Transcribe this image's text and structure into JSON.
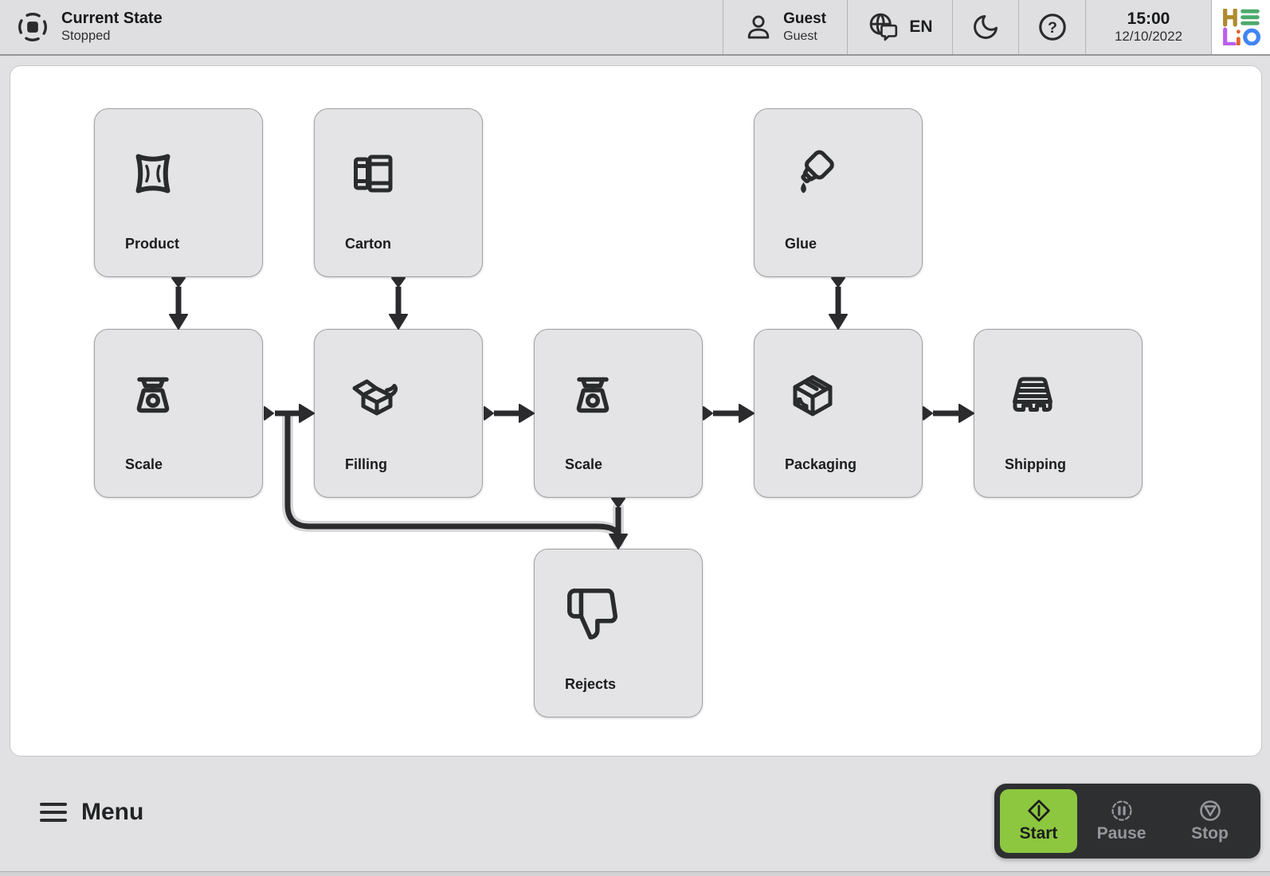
{
  "header": {
    "state": {
      "title": "Current State",
      "value": "Stopped"
    },
    "user": {
      "name": "Guest",
      "role": "Guest"
    },
    "language": "EN",
    "clock": {
      "time": "15:00",
      "date": "12/10/2022"
    },
    "logo_text": "HELO"
  },
  "diagram": {
    "nodes": [
      {
        "id": "product",
        "label": "Product",
        "icon": "bag-icon"
      },
      {
        "id": "carton",
        "label": "Carton",
        "icon": "carton-blank-icon"
      },
      {
        "id": "glue",
        "label": "Glue",
        "icon": "glue-bottle-icon"
      },
      {
        "id": "scale-1",
        "label": "Scale",
        "icon": "scale-icon"
      },
      {
        "id": "filling",
        "label": "Filling",
        "icon": "open-box-icon"
      },
      {
        "id": "scale-2",
        "label": "Scale",
        "icon": "scale-icon"
      },
      {
        "id": "packaging",
        "label": "Packaging",
        "icon": "sealed-box-icon"
      },
      {
        "id": "shipping",
        "label": "Shipping",
        "icon": "pallet-icon"
      },
      {
        "id": "rejects",
        "label": "Rejects",
        "icon": "thumbs-down-icon"
      }
    ],
    "edges": [
      {
        "from": "product",
        "to": "scale-1"
      },
      {
        "from": "carton",
        "to": "filling"
      },
      {
        "from": "glue",
        "to": "packaging"
      },
      {
        "from": "scale-1",
        "to": "filling"
      },
      {
        "from": "filling",
        "to": "scale-2"
      },
      {
        "from": "scale-2",
        "to": "packaging"
      },
      {
        "from": "packaging",
        "to": "shipping"
      },
      {
        "from": "scale-2",
        "to": "rejects"
      },
      {
        "from": "scale-1",
        "to": "rejects"
      }
    ]
  },
  "footer": {
    "menu": "Menu",
    "controls": {
      "start": "Start",
      "pause": "Pause",
      "stop": "Stop"
    }
  },
  "colors": {
    "start_active_green": "#8dc63f",
    "inactive_control_gray": "#95979b",
    "panel_dark": "#2e2f31",
    "line_dark": "#2b2b2e",
    "node_fill": "#e4e4e6",
    "logo": {
      "h": "#b08a2e",
      "e": "#4ca96b",
      "l": "#bb5ff0",
      "i": "#e2622b",
      "o": "#4286f5"
    }
  }
}
